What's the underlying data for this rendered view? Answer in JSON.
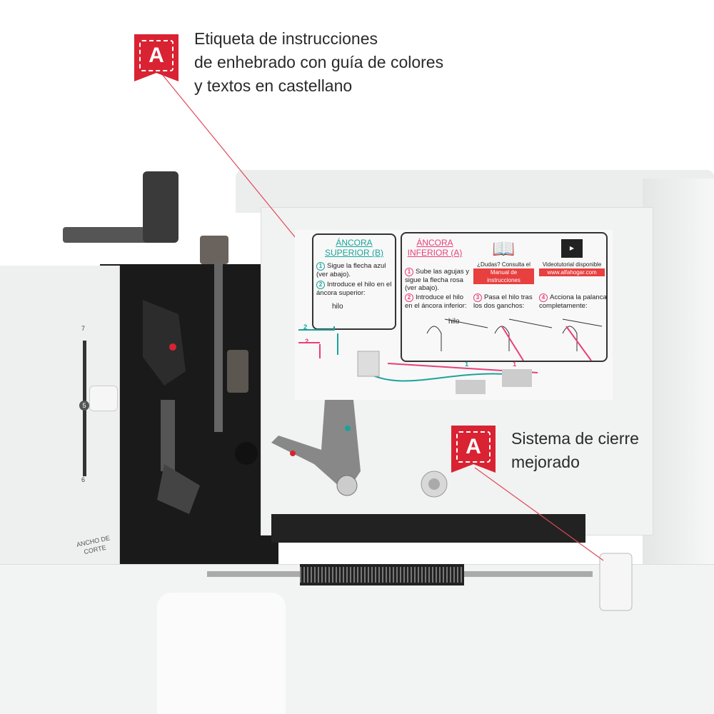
{
  "callouts": [
    {
      "badge": "A",
      "lines": [
        "Etiqueta de instrucciones",
        "de enhebrado con guía de colores",
        "y textos en castellano"
      ]
    },
    {
      "badge": "A",
      "lines": [
        "Sistema de cierre",
        "mejorado"
      ]
    }
  ],
  "label": {
    "upper": {
      "title": [
        "ÁNCORA",
        "SUPERIOR (B)"
      ],
      "steps": [
        {
          "n": "1",
          "text": "Sigue la flecha azul (ver abajo)."
        },
        {
          "n": "2",
          "text": "Introduce el hilo en el áncora superior:"
        }
      ],
      "hilo": "hilo"
    },
    "lower": {
      "title": [
        "ÁNCORA",
        "INFERIOR (A)"
      ],
      "steps": [
        {
          "n": "1",
          "text": "Sube las agujas y sigue la flecha rosa (ver abajo)."
        },
        {
          "n": "2",
          "text": "Introduce el hilo en el áncora inferior:"
        },
        {
          "n": "3",
          "text": "Pasa el hilo tras los dos ganchos:"
        },
        {
          "n": "4",
          "text": "Acciona la palanca completamente:"
        }
      ],
      "manual": {
        "line1": "¿Dudas? Consulta el",
        "line2": "Manual de instrucciones"
      },
      "video": {
        "line1": "Videotutorial disponible",
        "line2": "www.alfahogar.com"
      },
      "hilo": "hilo"
    },
    "markers": [
      "2",
      "2",
      "1",
      "1"
    ]
  },
  "dial": {
    "top": "7",
    "mid": "5",
    "bottom": "6",
    "caption": [
      "ANCHO DE",
      "CORTE"
    ]
  },
  "colors": {
    "red": "#d92332",
    "teal": "#1ba39a",
    "pink": "#e83f7a"
  }
}
